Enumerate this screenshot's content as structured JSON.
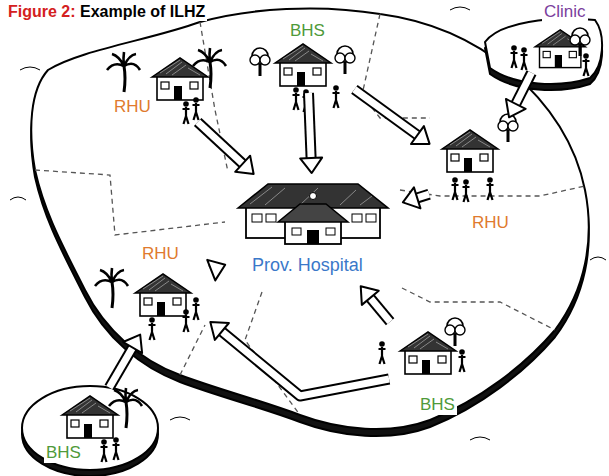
{
  "diagram": {
    "title": "Figure 2: Example of ILHZ",
    "nodes": [
      {
        "text": [
          "Clinic"
        ]
      },
      {
        "text": [
          "BHS"
        ]
      },
      {
        "text": [
          "RHU"
        ]
      },
      {
        "text": [
          "RHU"
        ]
      },
      {
        "text": [
          "RHU"
        ]
      },
      {
        "text": [
          "Prov. Hospital"
        ]
      },
      {
        "text": [
          "BHS"
        ]
      },
      {
        "text": [
          "BHS"
        ]
      }
    ],
    "edges": [
      {
        "from": 1,
        "to": 5,
        "arrow": "to"
      },
      {
        "from": 1,
        "to": 3,
        "arrow": "to"
      },
      {
        "from": 0,
        "to": 3,
        "arrow": "to"
      },
      {
        "from": 3,
        "to": 5,
        "arrow": "to"
      },
      {
        "from": 2,
        "to": 5,
        "arrow": "to"
      },
      {
        "from": 4,
        "to": 5,
        "arrow": "to"
      },
      {
        "from": 6,
        "to": 5,
        "arrow": "to"
      },
      {
        "from": 6,
        "to": 4,
        "arrow": "to"
      },
      {
        "from": 7,
        "to": 4,
        "arrow": "to"
      }
    ]
  }
}
